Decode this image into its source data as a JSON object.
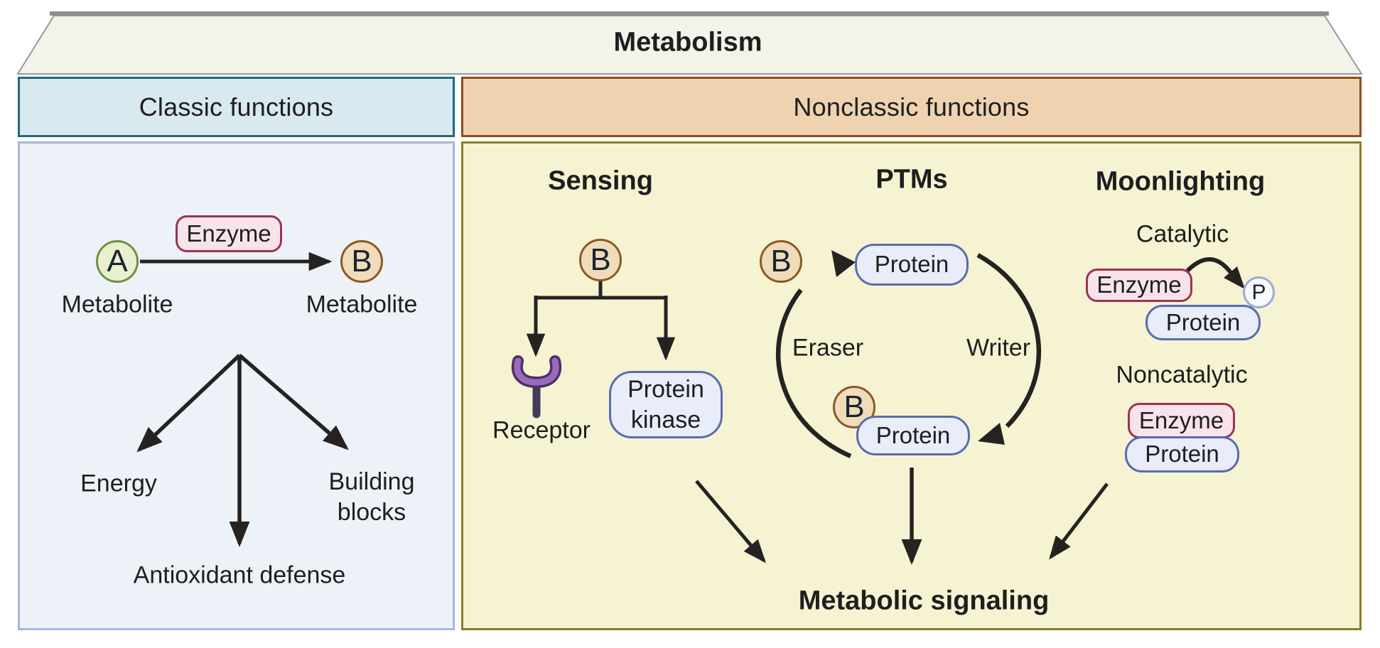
{
  "title": "Metabolism",
  "classic": {
    "header": "Classic functions",
    "node_a": "A",
    "node_b": "B",
    "enzyme": "Enzyme",
    "metabolite_left": "Metabolite",
    "metabolite_right": "Metabolite",
    "energy": "Energy",
    "antioxidant": "Antioxidant defense",
    "building_line1": "Building",
    "building_line2": "blocks"
  },
  "nonclassic": {
    "header": "Nonclassic functions",
    "sensing": {
      "title": "Sensing",
      "b": "B",
      "receptor": "Receptor",
      "kinase_line1": "Protein",
      "kinase_line2": "kinase"
    },
    "ptms": {
      "title": "PTMs",
      "b_free": "B",
      "b_bound": "B",
      "protein_top": "Protein",
      "protein_bottom": "Protein",
      "eraser": "Eraser",
      "writer": "Writer"
    },
    "moonlighting": {
      "title": "Moonlighting",
      "catalytic": "Catalytic",
      "enzyme_catalytic": "Enzyme",
      "protein_catalytic": "Protein",
      "phosphate": "P",
      "noncatalytic": "Noncatalytic",
      "enzyme_noncatalytic": "Enzyme",
      "protein_noncatalytic": "Protein"
    },
    "signaling": "Metabolic signaling"
  },
  "colors": {
    "lid_fill": "#f2f4ea",
    "classic_header_fill": "#d8e9ef",
    "classic_header_border": "#1e6b7c",
    "nonclassic_header_fill": "#efd3b1",
    "nonclassic_header_border": "#8e4c1b",
    "classic_panel_fill": "#edf2f9",
    "classic_panel_border": "#a9b5da",
    "nonclassic_panel_fill": "#f6f3d3",
    "nonclassic_panel_border": "#8e7c27",
    "enzyme_fill": "#f9e3ea",
    "enzyme_border": "#9b3354",
    "protein_fill": "#e9ecf9",
    "protein_border": "#5a6cae",
    "metabolite_b_fill": "#f0dcba",
    "metabolite_b_border": "#8a5926",
    "metabolite_a_fill": "#e9f0d2",
    "metabolite_a_border": "#6f9140",
    "phosphate_fill": "#f7f9fd",
    "phosphate_border": "#9cabd4",
    "receptor_purple": "#9c6abc",
    "receptor_dark": "#4f2f66",
    "arrow": "#262222"
  }
}
